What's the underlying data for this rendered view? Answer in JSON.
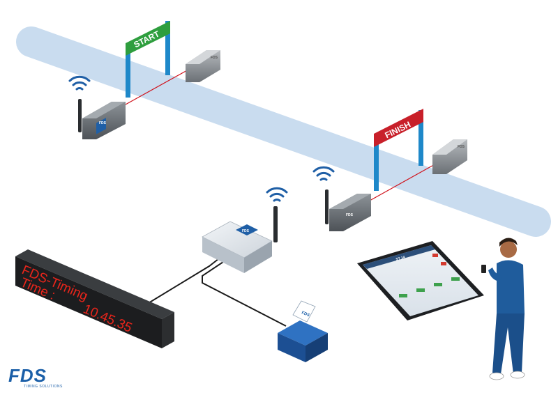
{
  "gates": {
    "start_label": "START",
    "finish_label": "FINISH"
  },
  "device_brand": "FDS",
  "scoreboard": {
    "line1": "FDS-Timing",
    "line2_label": "Time :",
    "line2_value": "10.45.35"
  },
  "tablet": {
    "screen_title": "ST 14"
  },
  "brand": {
    "logo": "FDS",
    "tagline": "TIMING SOLUTIONS"
  },
  "colors": {
    "track": "#c9dcef",
    "post": "#1e88c9",
    "start_banner": "#2e9e3e",
    "finish_banner": "#c8202a",
    "beam": "#d0121b",
    "led_text": "#e8251b",
    "brand": "#1b5fa8",
    "wifi": "#1f5fa6"
  }
}
